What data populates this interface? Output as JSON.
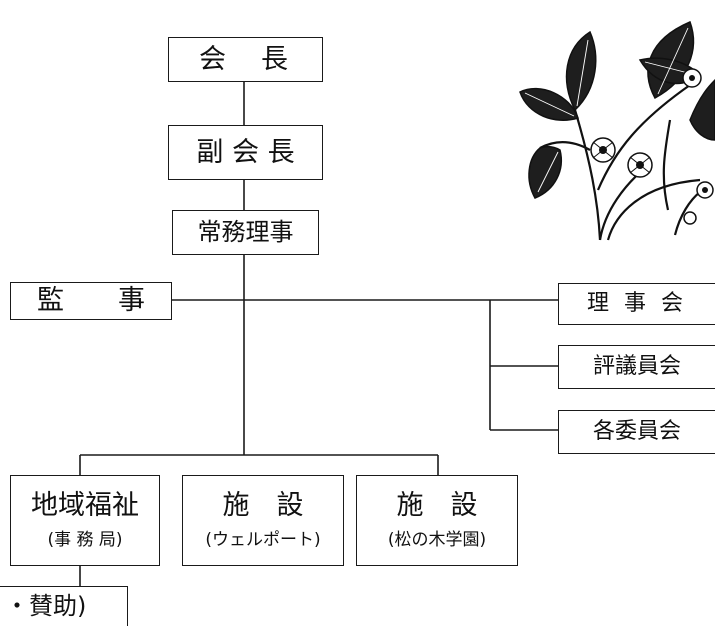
{
  "chart": {
    "president": "会　長",
    "vice_president": "副 会 長",
    "managing_director": "常務理事",
    "auditor": "監　　事",
    "board_of_directors": "理 事 会",
    "councillors": "評議員会",
    "committees": "各委員会",
    "regional_welfare": {
      "title": "地域福祉",
      "subtitle": "(事 務 局)"
    },
    "facility_1": {
      "title": "施　設",
      "subtitle": "(ウェルポート)"
    },
    "facility_2": {
      "title": "施　設",
      "subtitle": "(松の木学園)"
    },
    "partial_box": "・賛助)"
  },
  "illustration": {
    "name": "bramble-plant-illustration",
    "colors": {
      "leaf": "#1e1e1e",
      "outline": "#111111"
    }
  }
}
